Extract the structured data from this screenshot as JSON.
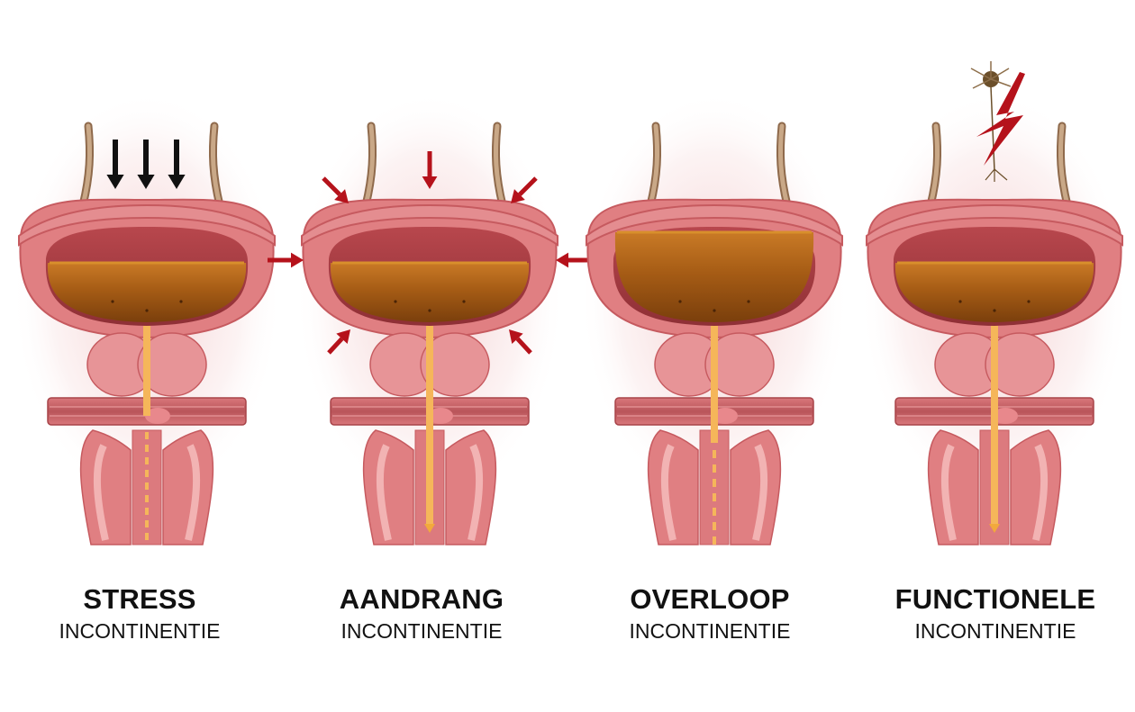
{
  "panels": [
    {
      "title": "STRESS",
      "subtitle": "INCONTINENTIE"
    },
    {
      "title": "AANDRANG",
      "subtitle": "INCONTINENTIE"
    },
    {
      "title": "OVERLOOP",
      "subtitle": "INCONTINENTIE"
    },
    {
      "title": "FUNCTIONELE",
      "subtitle": "INCONTINENTIE"
    }
  ],
  "colors": {
    "tissue": "#e07f82",
    "tissue_dark": "#c65a5f",
    "tissue_light": "#f2b3b3",
    "urine": "#a95f18",
    "urine_light": "#d88f2c",
    "arrow_black": "#111111",
    "arrow_red": "#b5121b",
    "stream": "#f5b65a"
  },
  "icons": [
    "pressure-arrow-icon",
    "squeeze-arrow-icon",
    "lightning-bolt-icon",
    "neuron-icon"
  ]
}
